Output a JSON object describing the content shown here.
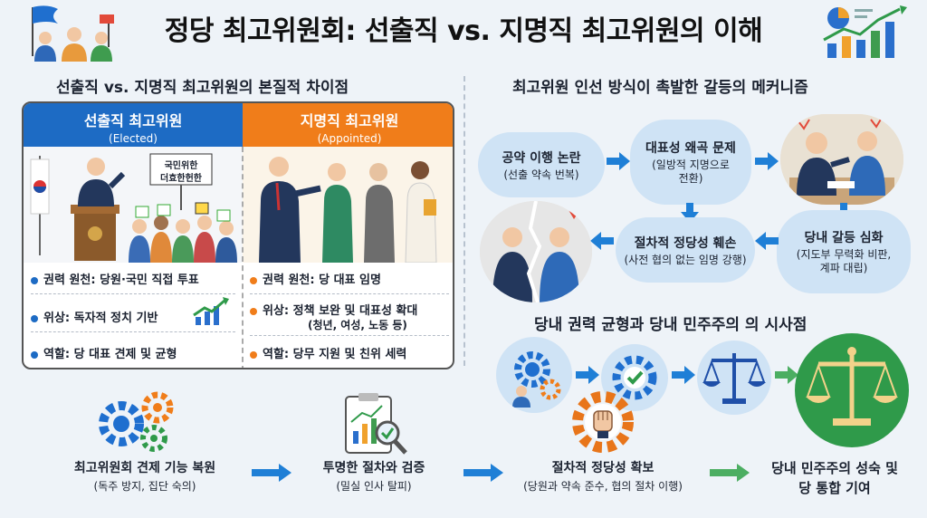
{
  "header": {
    "title": "정당 최고위원회: 선출직 vs. 지명직 최고위원의 이해"
  },
  "left_section": {
    "title": "선출직 vs. 지명직 최고위원의 본질적 차이점",
    "elected": {
      "label": "선출직 최고위원",
      "sub": "(Elected)",
      "sign_text_1": "국민위한",
      "sign_text_2": "더효한헌한",
      "bullets": [
        "권력 원천: 당원·국민 직접 투표",
        "위상: 독자적 정치 기반",
        "역할: 당 대표 견제 및 균형"
      ]
    },
    "appointed": {
      "label": "지명직 최고위원",
      "sub": "(Appointed)",
      "bullets": [
        "권력 원천: 당 대표 임명",
        "위상: 정책 보완 및 대표성 확대",
        "역할: 당무 지원 및 친위 세력"
      ],
      "bullet2_sub": "(청년, 여성, 노동 등)"
    }
  },
  "right_section": {
    "title": "최고위원 인선 방식이 촉발한 갈등의 메커니즘",
    "steps": [
      {
        "title": "공약 이행 논란",
        "sub": "(선출 약속 번복)"
      },
      {
        "title": "대표성 왜곡 문제",
        "sub": "(일방적 지명으로 전환)"
      },
      {
        "title": "당내 갈등 심화",
        "sub": "(지도부 무력화 비판, 계파 대립)"
      },
      {
        "title": "절차적 정당성 훼손",
        "sub": "(사전 협의 없는 임명 강행)"
      }
    ],
    "step2_sub_lines": [
      "(일방적 지명으로",
      "전환)"
    ],
    "step3_sub_lines": [
      "(지도부 무력화 비판,",
      "계파 대립)"
    ],
    "implication_title": "당내 권력 균형과 당내 민주주의 의 시사점"
  },
  "bottom": {
    "items": [
      {
        "title": "최고위원회 견제 기능 복원",
        "sub": "(독주 방지, 집단 숙의)"
      },
      {
        "title": "투명한 절차와 검증",
        "sub": "(밀실 인사 탈피)"
      },
      {
        "title": "절차적 정당성 확보",
        "sub": "(당원과 약속 준수, 협의 절차 이행)"
      },
      {
        "title": "당내 민주주의 성숙 및",
        "title2": "당 통합 기여",
        "sub": ""
      }
    ]
  },
  "colors": {
    "elected_blue": "#1d6bc4",
    "appointed_orange": "#f07d1a",
    "bubble_blue": "#cfe3f5",
    "arrow_blue": "#1f7fd6",
    "arrow_green": "#4cae62",
    "final_green": "#2f9a4a"
  },
  "icons": [
    "flag-people-icon",
    "growth-chart-icon",
    "gears-icon",
    "clipboard-magnifier-icon",
    "gear-fist-icon",
    "balance-scale-icon",
    "gear-check-icon",
    "gear-person-icon"
  ]
}
